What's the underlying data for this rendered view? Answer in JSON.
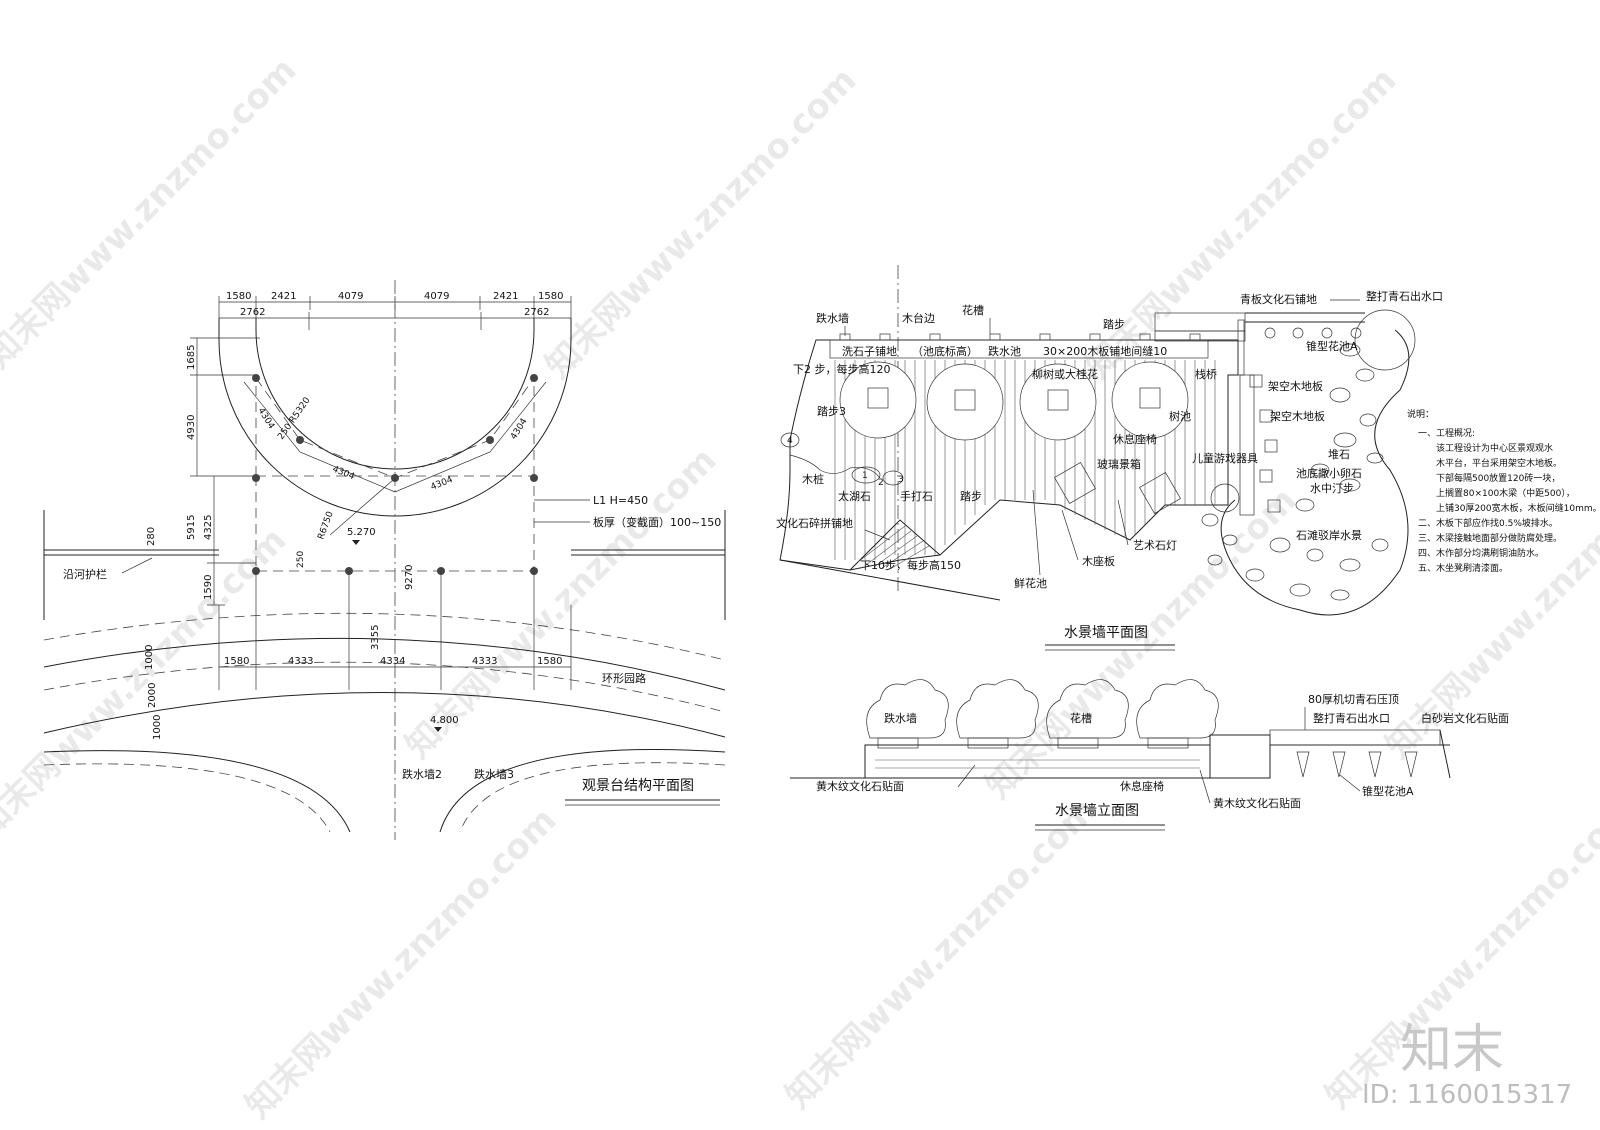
{
  "watermark": {
    "text": "知末网www.znzmo.com",
    "logo": "知末",
    "id_text": "ID: 1160015317"
  },
  "left_plan": {
    "title": "观景台结构平面图",
    "top_dims_row1": [
      "1580",
      "2421",
      "4079",
      "4079",
      "2421",
      "1580"
    ],
    "top_dims_row2": [
      "2762",
      "2762"
    ],
    "left_dims": [
      "1685",
      "4930",
      "5915",
      "4325",
      "1590"
    ],
    "railing_dim": "280",
    "arc_dims": [
      "4304",
      "4304",
      "4304",
      "4304"
    ],
    "radius_labels": [
      "250 R5320",
      "R6750"
    ],
    "mid_dim": "250",
    "elev1": "5.270",
    "center_dims": [
      "9270",
      "3355"
    ],
    "bottom_dims": [
      "1580",
      "4333",
      "4334",
      "4333",
      "1580"
    ],
    "road_dims": [
      "1000",
      "2000",
      "1000"
    ],
    "beam_label": "L1   H=450",
    "slab_label": "板厚（变截面）100~150",
    "railing_label": "沿河护栏",
    "road_label": "环形园路",
    "elev2": "4.800",
    "wall2": "跌水墙2",
    "wall3": "跌水墙3"
  },
  "water_plan": {
    "title": "水景墙平面图",
    "labels": {
      "waterfall_wall": "跌水墙",
      "deck_edge": "木台边",
      "planter": "花槽",
      "step": "踏步",
      "bluestone_paving": "青板文化石铺地",
      "bluestone_outlet": "整打青石出水口",
      "pebble_paving": "洗石子铺地",
      "pool_level": "（池底标高）",
      "drop_pool": "跌水池",
      "board_paving": "30×200木板铺地间缝10",
      "cone_planter": "锥型花池A",
      "down2": "下2 步，每步高120",
      "willow": "柳树或大桂花",
      "trestle": "栈桥",
      "raised_deck1": "架空木地板",
      "raised_deck2": "架空木地板",
      "step3": "踏步3",
      "tree_pool": "树池",
      "bench": "休息座椅",
      "play": "儿童游戏器具",
      "pile_stone": "堆石",
      "pebble_bottom": "池底撒小卵石",
      "stepping": "水中汀步",
      "wood_pile": "木桩",
      "glass_box": "玻璃景箱",
      "taihu": "太湖石",
      "hand_stone": "手打石",
      "step2": "踏步",
      "culture_paving": "文化石碎拼铺地",
      "down10": "下10步，每步高150",
      "seat_board": "木座板",
      "art_lamp": "艺术石灯",
      "stone_shore": "石滩驳岸水景",
      "flower_pool": "鲜花池"
    },
    "markers": [
      "1",
      "2",
      "3",
      "4"
    ],
    "notes_title": "说明：",
    "notes": [
      "一、工程概况:",
      "该工程设计为中心区景观观水",
      "木平台，平台采用架空木地板。",
      "下部每隔500放置120砖一块，",
      "上搁置80×100木梁（中距500），",
      "上铺30厚200宽木板，木板间缝10mm。",
      "二、木板下部应作找0.5%坡排水。",
      "三、木梁接触地面部分做防腐处理。",
      "四、木作部分均满刷铜油防水。",
      "五、木坐凳刷清漆面。"
    ]
  },
  "elevation": {
    "title": "水景墙立面图",
    "labels": {
      "waterfall_wall": "跌水墙",
      "planter": "花槽",
      "top_stone": "80厚机切青石压顶",
      "bluestone_outlet": "整打青石出水口",
      "sandstone": "白砂岩文化石贴面",
      "yellow_wood1": "黄木纹文化石贴面",
      "bench": "休息座椅",
      "yellow_wood2": "黄木纹文化石贴面",
      "cone_planter": "锥型花池A"
    }
  }
}
